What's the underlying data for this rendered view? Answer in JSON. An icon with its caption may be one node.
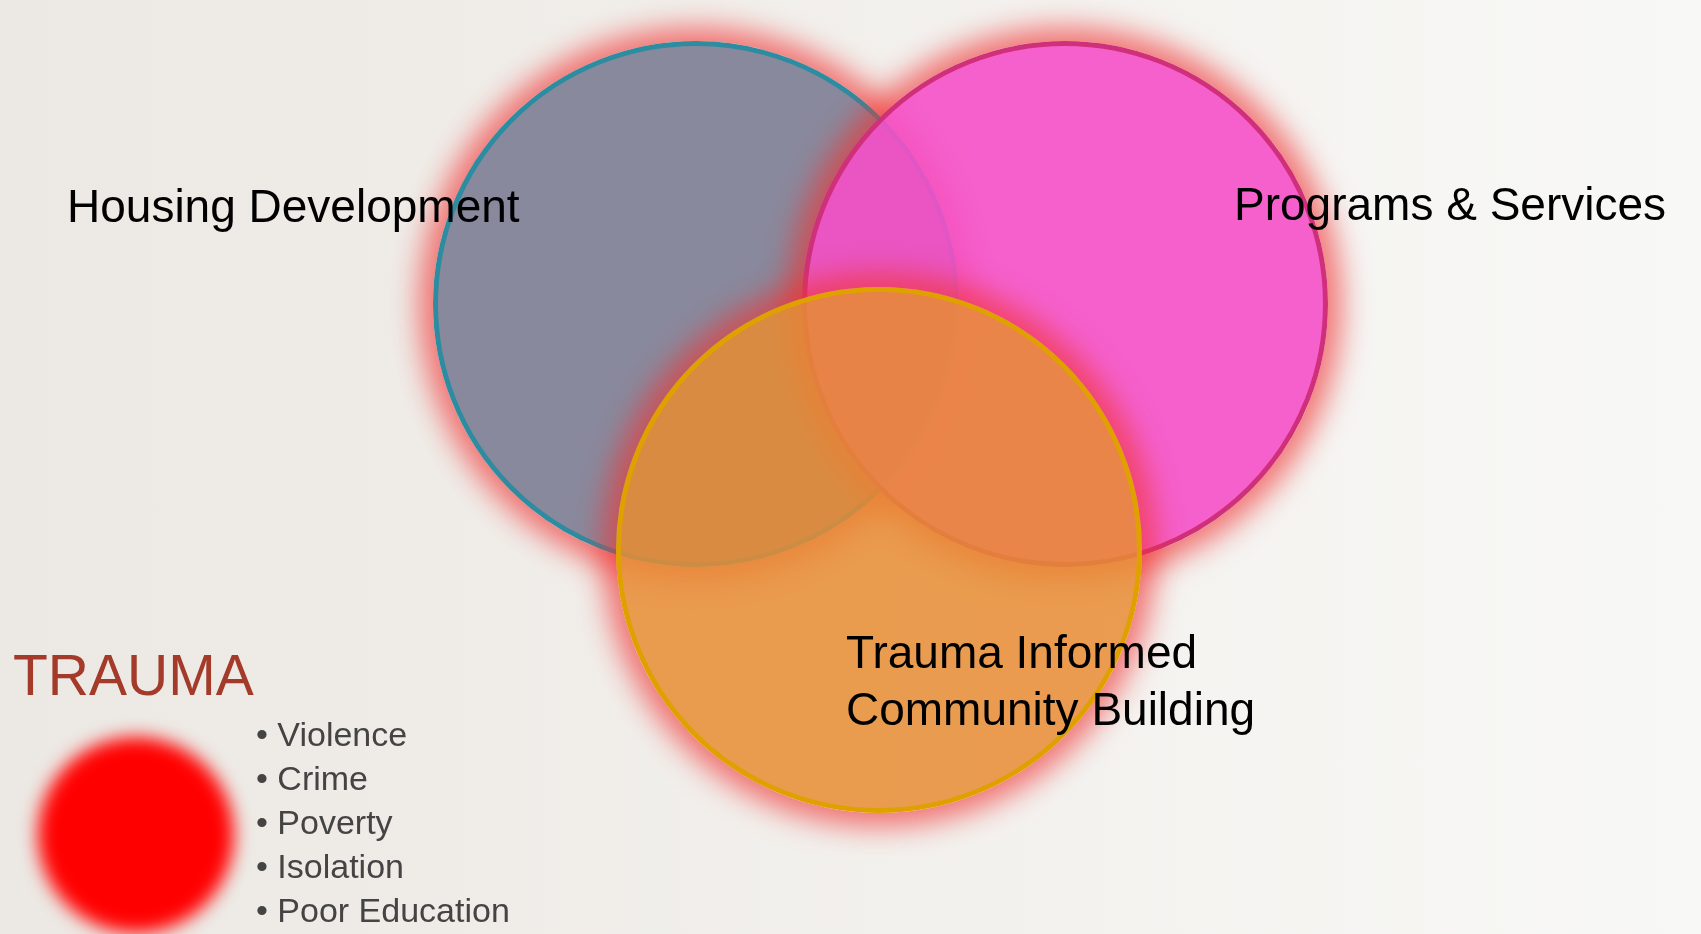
{
  "diagram": {
    "nodes": [
      {
        "text": [
          "Housing Development"
        ]
      },
      {
        "text": [
          "Programs & Services"
        ]
      },
      {
        "text": [
          "Trauma Informed Community Building"
        ]
      },
      {
        "text": [
          "TRAUMA"
        ],
        "beside": [
          "• Violence",
          "• Crime",
          "• Poverty",
          "• Isolation",
          "• Poor Education"
        ]
      }
    ]
  }
}
